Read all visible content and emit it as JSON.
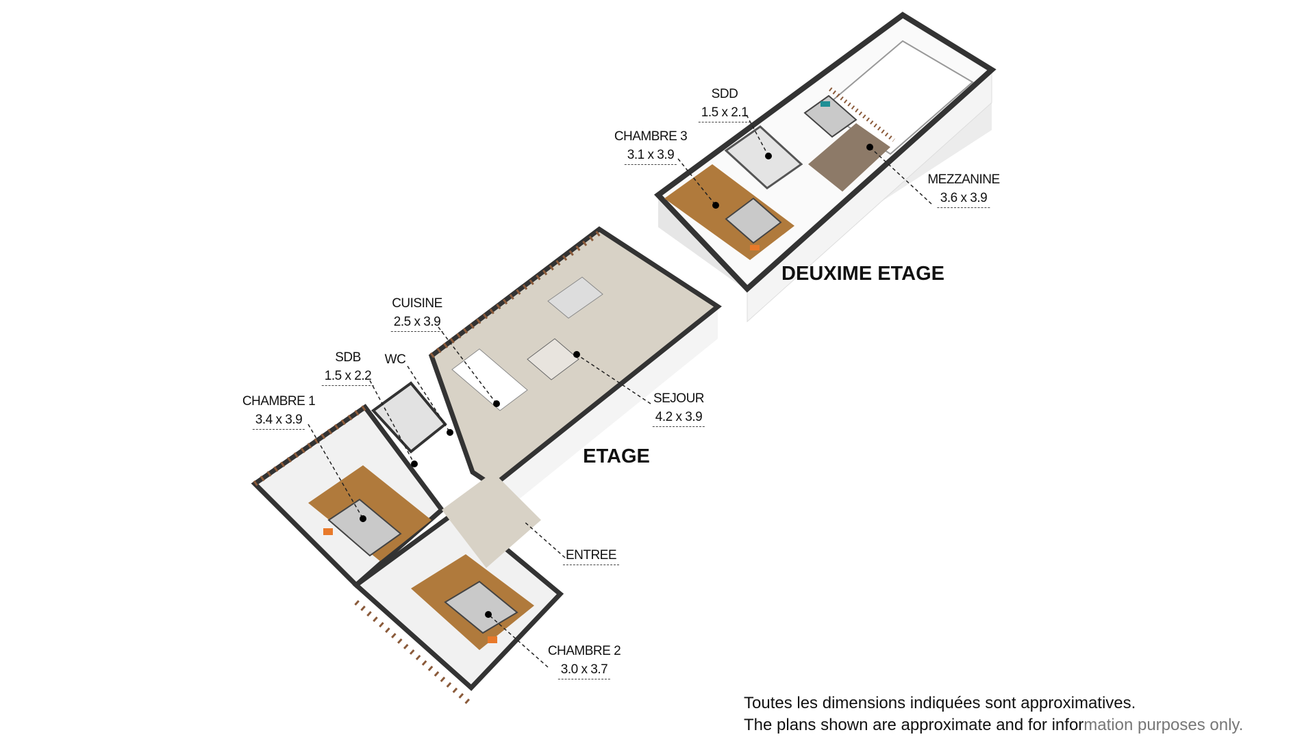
{
  "floors": {
    "upper": "DEUXIME ETAGE",
    "lower": "ETAGE"
  },
  "rooms": {
    "sdd": {
      "name": "SDD",
      "dims": "1.5 x 2.1"
    },
    "chambre3": {
      "name": "CHAMBRE 3",
      "dims": "3.1 x 3.9"
    },
    "mezzanine": {
      "name": "MEZZANINE",
      "dims": "3.6 x 3.9"
    },
    "cuisine": {
      "name": "CUISINE",
      "dims": "2.5 x 3.9"
    },
    "sdb": {
      "name": "SDB",
      "dims": "1.5 x 2.2"
    },
    "wc": {
      "name": "WC"
    },
    "chambre1": {
      "name": "CHAMBRE 1",
      "dims": "3.4 x 3.9"
    },
    "sejour": {
      "name": "SEJOUR",
      "dims": "4.2 x 3.9"
    },
    "entree": {
      "name": "ENTREE"
    },
    "chambre2": {
      "name": "CHAMBRE 2",
      "dims": "3.0 x 3.7"
    }
  },
  "disclaimer": {
    "fr": "Toutes les dimensions indiquées sont approximatives.",
    "en_main": "The plans shown are approximate and for infor",
    "en_faded": "mation purposes only."
  },
  "colors": {
    "wall": "#3a3a3a",
    "wall_face": "#f2f2f2",
    "wood_floor": "#b07a3c",
    "tile_floor": "#cfc8bb",
    "railing": "#8a5a3a",
    "accent_pillow": "#e8792a"
  }
}
